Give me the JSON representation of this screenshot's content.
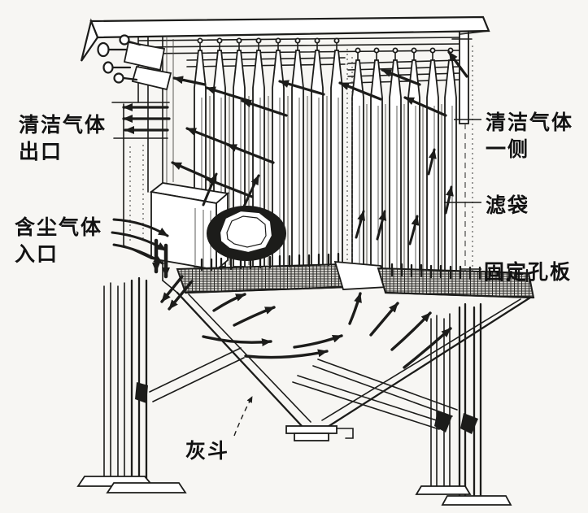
{
  "labels": {
    "clean_gas_outlet": {
      "line1": "清洁气体",
      "line2": "出口"
    },
    "dusty_gas_inlet": {
      "line1": "含尘气体",
      "line2": "入口"
    },
    "clean_gas_side": {
      "line1": "清洁气体",
      "line2": "一侧"
    },
    "filter_bag": {
      "text": "滤袋"
    },
    "fixed_orifice_plate": {
      "text": "固定孔板"
    },
    "ash_hopper": {
      "text": "灰斗"
    }
  },
  "colors": {
    "background": "#f7f6f3",
    "ink": "#1c1c1a",
    "text": "#121212"
  }
}
